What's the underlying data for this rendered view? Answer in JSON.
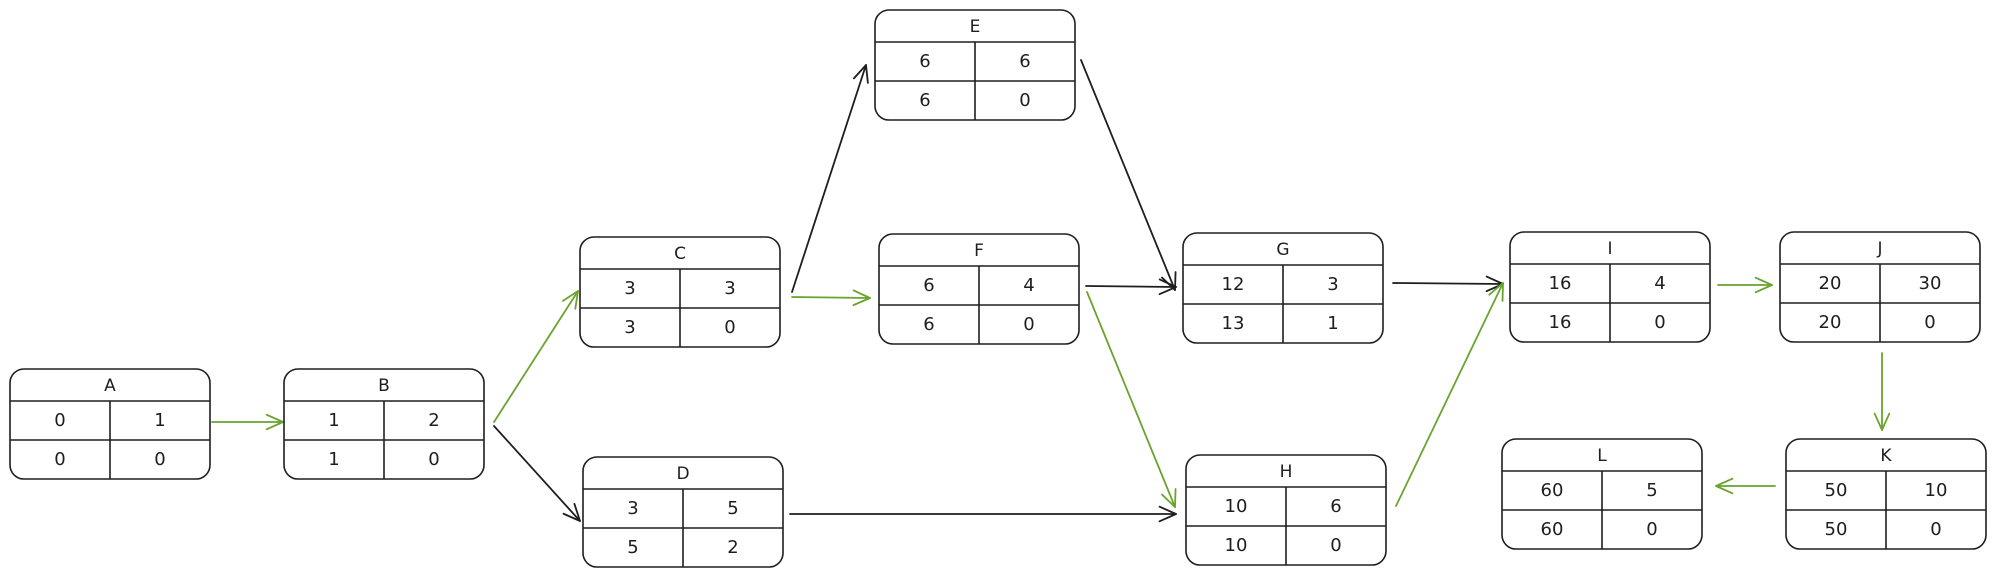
{
  "colors": {
    "stroke": "#1e1e1e",
    "critical": "#6aa32e",
    "normal": "#1e1e1e",
    "background": "#ffffff"
  },
  "nodes": [
    {
      "id": "A",
      "label": "A",
      "cells": [
        "0",
        "1",
        "0",
        "0"
      ]
    },
    {
      "id": "B",
      "label": "B",
      "cells": [
        "1",
        "2",
        "1",
        "0"
      ]
    },
    {
      "id": "C",
      "label": "C",
      "cells": [
        "3",
        "3",
        "3",
        "0"
      ]
    },
    {
      "id": "D",
      "label": "D",
      "cells": [
        "3",
        "5",
        "5",
        "2"
      ]
    },
    {
      "id": "E",
      "label": "E",
      "cells": [
        "6",
        "6",
        "6",
        "0"
      ]
    },
    {
      "id": "F",
      "label": "F",
      "cells": [
        "6",
        "4",
        "6",
        "0"
      ]
    },
    {
      "id": "G",
      "label": "G",
      "cells": [
        "12",
        "3",
        "13",
        "1"
      ]
    },
    {
      "id": "H",
      "label": "H",
      "cells": [
        "10",
        "6",
        "10",
        "0"
      ]
    },
    {
      "id": "I",
      "label": "I",
      "cells": [
        "16",
        "4",
        "16",
        "0"
      ]
    },
    {
      "id": "J",
      "label": "J",
      "cells": [
        "20",
        "30",
        "20",
        "0"
      ]
    },
    {
      "id": "K",
      "label": "K",
      "cells": [
        "50",
        "10",
        "50",
        "0"
      ]
    },
    {
      "id": "L",
      "label": "L",
      "cells": [
        "60",
        "5",
        "60",
        "0"
      ]
    }
  ],
  "edges": [
    {
      "from": "A",
      "to": "B",
      "critical": true
    },
    {
      "from": "B",
      "to": "C",
      "critical": true
    },
    {
      "from": "B",
      "to": "D",
      "critical": false
    },
    {
      "from": "C",
      "to": "E",
      "critical": false
    },
    {
      "from": "C",
      "to": "F",
      "critical": true
    },
    {
      "from": "D",
      "to": "H",
      "critical": false
    },
    {
      "from": "E",
      "to": "G",
      "critical": false
    },
    {
      "from": "F",
      "to": "G",
      "critical": false
    },
    {
      "from": "F",
      "to": "H",
      "critical": true
    },
    {
      "from": "G",
      "to": "I",
      "critical": false
    },
    {
      "from": "H",
      "to": "I",
      "critical": true
    },
    {
      "from": "I",
      "to": "J",
      "critical": true
    },
    {
      "from": "J",
      "to": "K",
      "critical": true
    },
    {
      "from": "K",
      "to": "L",
      "critical": true
    }
  ]
}
